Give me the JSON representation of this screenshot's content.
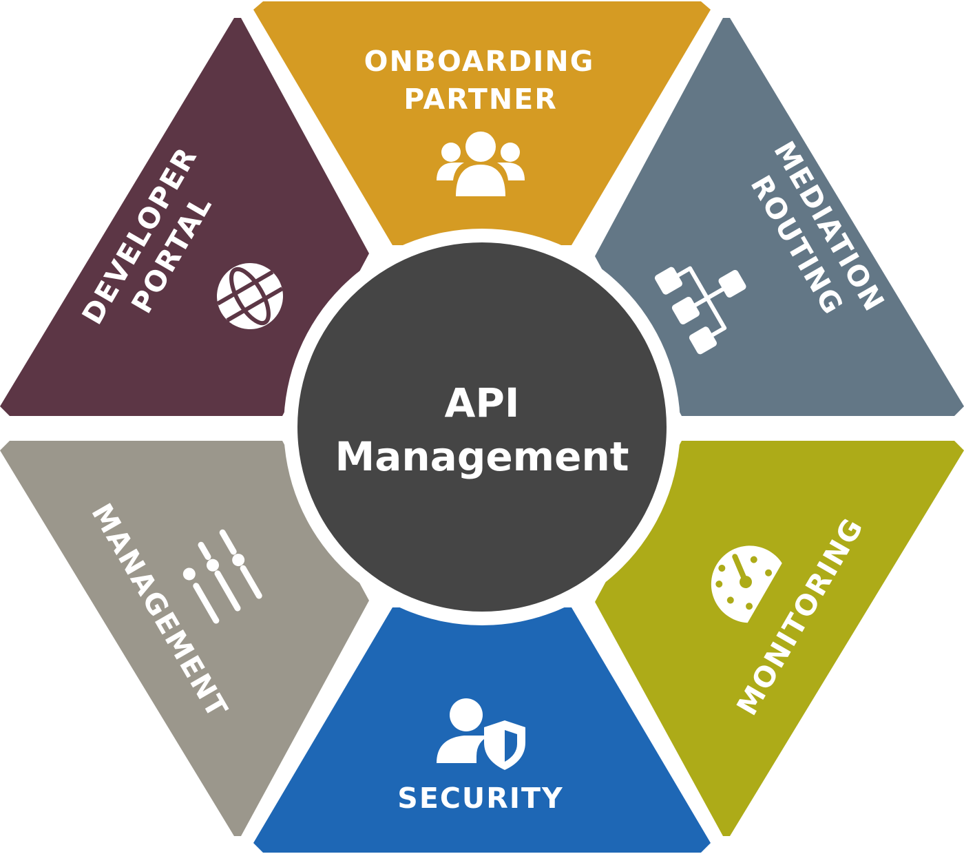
{
  "colors": {
    "onboarding": "#D59B23",
    "mediation": "#637786",
    "monitoring": "#ADAB18",
    "security": "#1E67B5",
    "management": "#9B978C",
    "developer": "#5C3645",
    "hub": "#454545"
  },
  "hub": {
    "line1": "API",
    "line2": "Management"
  },
  "segments": {
    "onboarding": {
      "line1": "ONBOARDING",
      "line2": "PARTNER",
      "icon": "users-group-icon"
    },
    "mediation": {
      "line1": "MEDIATION",
      "line2": "ROUTING",
      "icon": "network-hierarchy-icon"
    },
    "monitoring": {
      "line1": "MONITORING",
      "icon": "speedometer-icon"
    },
    "security": {
      "line1": "SECURITY",
      "icon": "user-shield-icon"
    },
    "management": {
      "line1": "MANAGEMENT",
      "icon": "sliders-icon"
    },
    "developer": {
      "line1": "DEVELOPER",
      "line2": "PORTAL",
      "icon": "globe-icon"
    }
  }
}
